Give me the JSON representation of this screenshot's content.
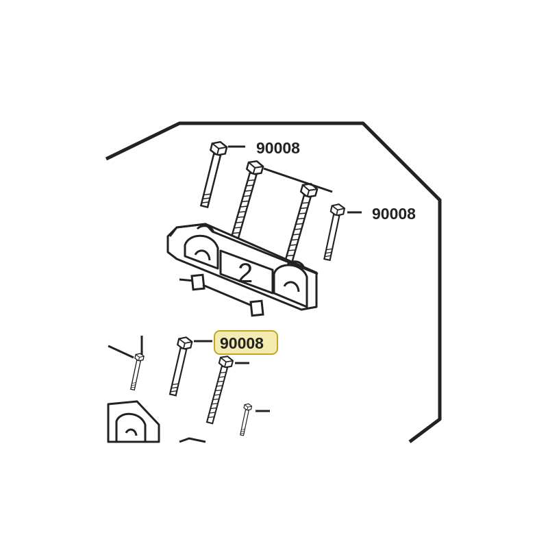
{
  "part_labels": [
    {
      "text": "90008",
      "highlighted": false
    },
    {
      "text": "90008",
      "highlighted": false
    },
    {
      "text": "90008",
      "highlighted": true
    }
  ],
  "cap_number": "2",
  "colors": {
    "ink": "#222222",
    "paper": "#ffffff",
    "highlight_fill": "#f3ebb0",
    "highlight_stroke": "#c9a227"
  }
}
